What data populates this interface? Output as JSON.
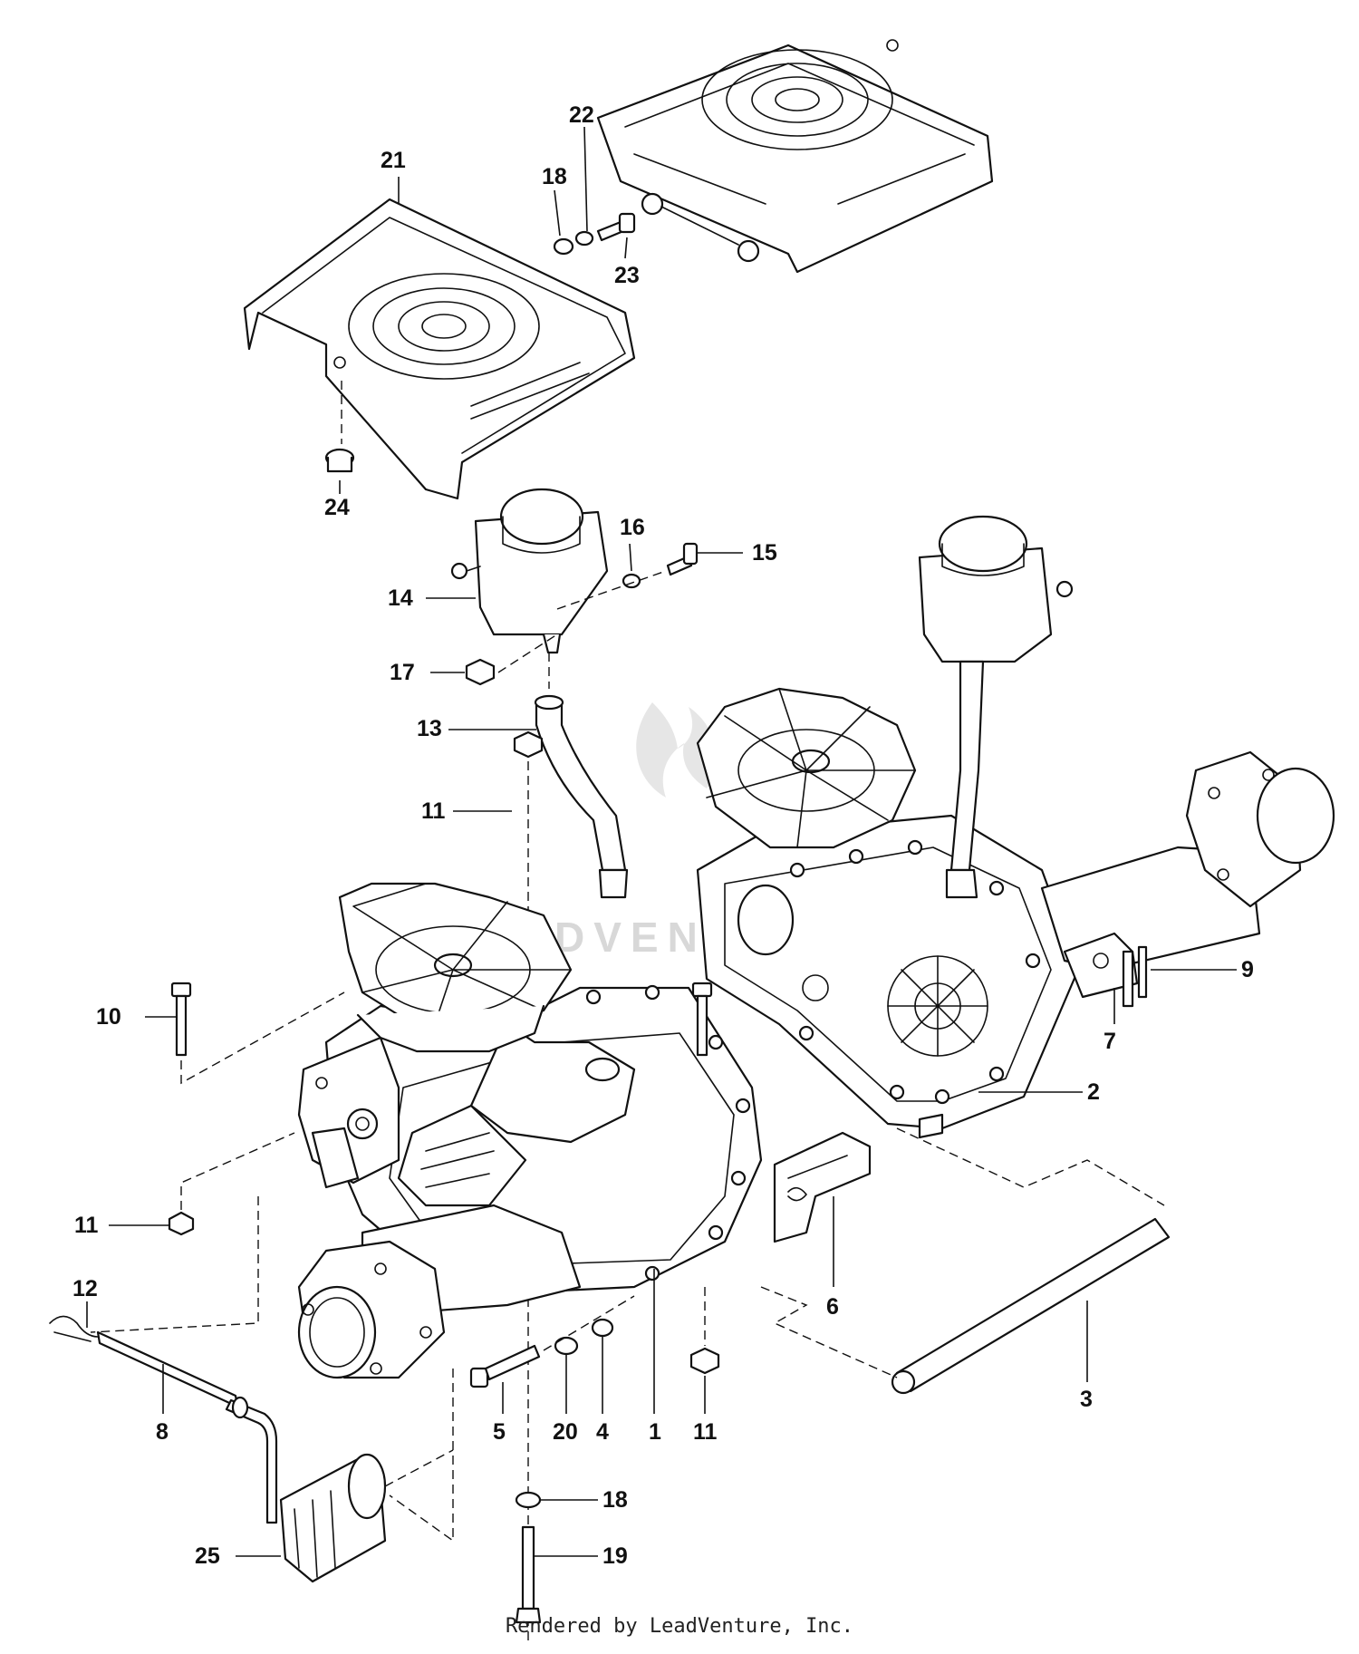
{
  "diagram": {
    "callouts": [
      "1",
      "2",
      "3",
      "4",
      "5",
      "6",
      "7",
      "8",
      "9",
      "10",
      "11",
      "11",
      "11",
      "12",
      "13",
      "14",
      "15",
      "16",
      "17",
      "18",
      "18",
      "19",
      "20",
      "21",
      "22",
      "23",
      "24",
      "25"
    ]
  },
  "watermark": {
    "text": "LEADVENTURE"
  },
  "footer": {
    "text": "Rendered by LeadVenture, Inc."
  },
  "icons": {
    "fan": "cooling-fan-icon",
    "reservoir": "expansion-tank-icon",
    "filter": "oil-filter-icon"
  }
}
